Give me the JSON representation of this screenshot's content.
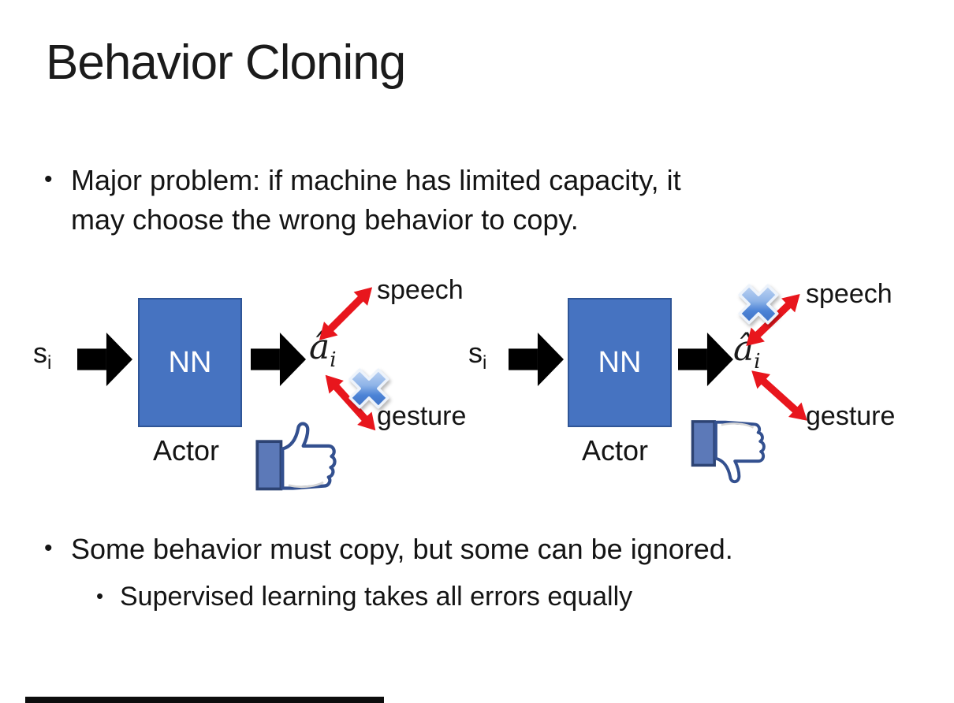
{
  "slide": {
    "title": "Behavior Cloning",
    "bullet_char": "•",
    "bullets": {
      "major_problem_line1": "Major problem: if machine has limited capacity, it",
      "major_problem_line2": "may choose the wrong behavior to copy.",
      "some_behavior": "Some behavior must copy, but some can be ignored.",
      "supervised": "Supervised learning takes all errors equally"
    }
  },
  "diagram_left": {
    "input_label": "s",
    "input_subscript": "i",
    "nn_label": "NN",
    "actor_label": "Actor",
    "output_label": "â",
    "output_subscript": "i",
    "speech_label": "speech",
    "gesture_label": "gesture",
    "crossed_out": "gesture",
    "feedback": "thumbs-up"
  },
  "diagram_right": {
    "input_label": "s",
    "input_subscript": "i",
    "nn_label": "NN",
    "actor_label": "Actor",
    "output_label": "â",
    "output_subscript": "i",
    "speech_label": "speech",
    "gesture_label": "gesture",
    "crossed_out": "speech",
    "feedback": "thumbs-down"
  },
  "colors": {
    "arrow_red": "#E8161D",
    "nn_fill": "#4673C1",
    "nn_border": "#2F5597",
    "body_text": "#141414",
    "cross_blue": "#4C83D6",
    "thumb_outline": "#33508F",
    "thumb_sleeve": "#5C79B8",
    "bottom_bar": "#0D0D0D"
  }
}
